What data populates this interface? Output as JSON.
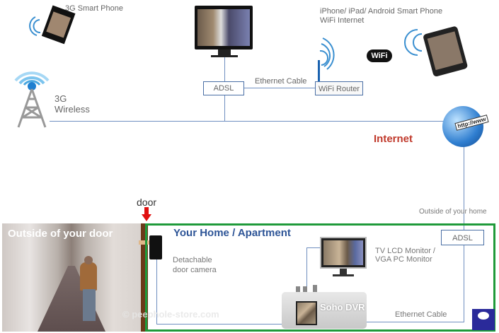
{
  "labels": {
    "smart_phone": "3G  Smart Phone",
    "iphone_line1": "iPhone/ iPad/  Android Smart Phone",
    "iphone_line2": "WiFi Internet",
    "wifi_logo": "WiFi",
    "adsl_top": "ADSL",
    "ethernet_top": "Ethernet Cable",
    "wifi_router": "WiFi Router",
    "wireless_line1": "3G",
    "wireless_line2": "Wireless",
    "internet": "Internet",
    "globe_text": "http://www",
    "door": "door",
    "outside_home": "Outside of your home",
    "outside_door": "Outside of your door",
    "home_title": "Your Home / Apartment",
    "camera_line1": "Detachable",
    "camera_line2": "door camera",
    "monitor_line1": "TV LCD Monitor /",
    "monitor_line2": "VGA PC Monitor",
    "adsl_home": "ADSL",
    "dvr": "Soho DVR",
    "ethernet_bottom": "Ethernet Cable",
    "watermark": "© peephole-store.com"
  },
  "colors": {
    "accent": "#2e5597",
    "internet": "#c0392b",
    "home_border": "#1f9a3a",
    "door": "#6b3a1a"
  }
}
